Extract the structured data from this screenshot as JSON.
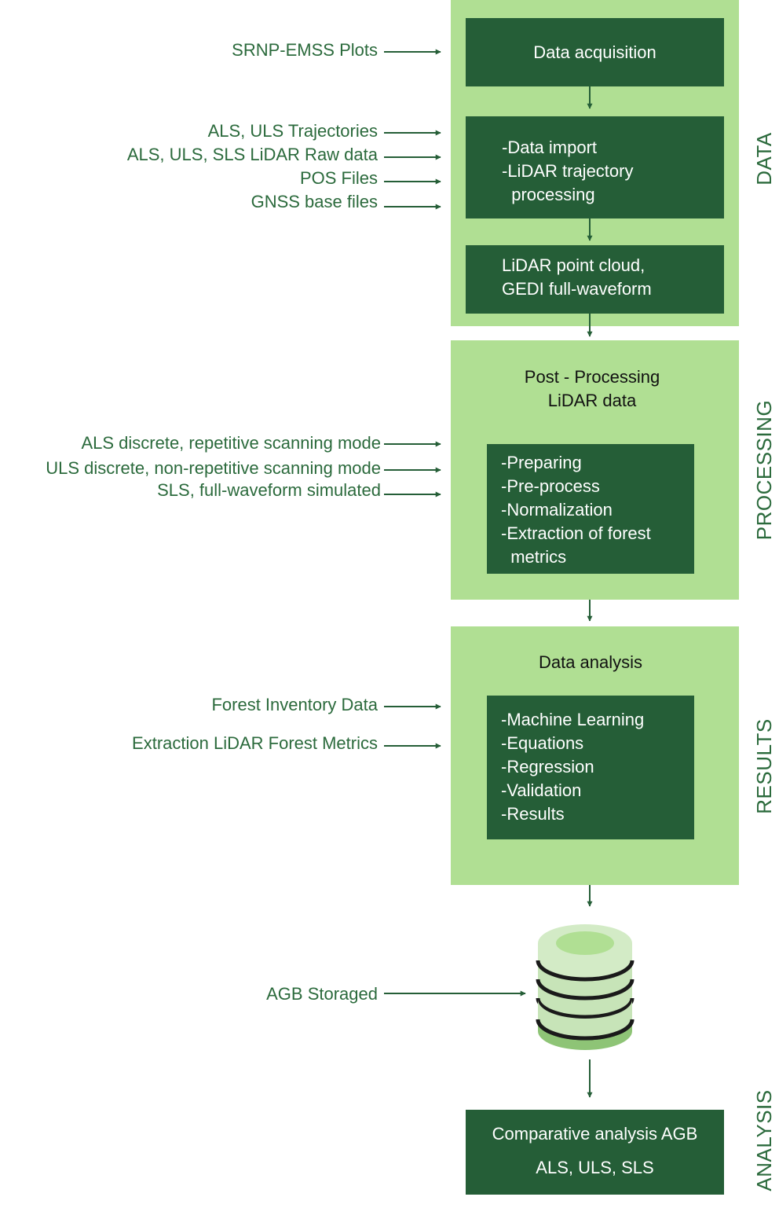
{
  "colors": {
    "panel": "#b0df93",
    "box": "#255e37",
    "text_dark": "#111111",
    "label": "#2b6a3c",
    "arrow": "#255e37"
  },
  "stages": {
    "data": "DATA",
    "processing": "PROCESSING",
    "results": "RESULTS",
    "analysis": "ANALYSIS"
  },
  "data_section": {
    "acquisition_box": "Data acquisition",
    "import_box": [
      "-Data import",
      "-LiDAR trajectory",
      "  processing"
    ],
    "pointcloud_box": [
      "LiDAR point cloud,",
      "GEDI full-waveform"
    ],
    "inputs": {
      "plots": "SRNP-EMSS Plots",
      "trajectories": "ALS, ULS Trajectories",
      "raw_data": "ALS, ULS, SLS LiDAR Raw data",
      "pos_files": "POS Files",
      "gnss_files": "GNSS base files"
    }
  },
  "processing_section": {
    "heading": [
      "Post - Processing",
      "LiDAR data"
    ],
    "steps_box": [
      "-Preparing",
      "-Pre-process",
      "-Normalization",
      "-Extraction of forest",
      "  metrics"
    ],
    "inputs": {
      "als": "ALS discrete, repetitive scanning mode",
      "uls": "ULS discrete, non-repetitive scanning mode",
      "sls": "SLS, full-waveform simulated"
    }
  },
  "results_section": {
    "heading": "Data analysis",
    "steps_box": [
      "-Machine Learning",
      "-Equations",
      "-Regression",
      "-Validation",
      "-Results"
    ],
    "inputs": {
      "inventory": "Forest Inventory Data",
      "metrics": "Extraction LiDAR Forest Metrics"
    }
  },
  "storage": {
    "icon": "database-icon",
    "input": "AGB Storaged"
  },
  "analysis_section": {
    "box": [
      "Comparative analysis AGB",
      "ALS, ULS, SLS"
    ]
  }
}
